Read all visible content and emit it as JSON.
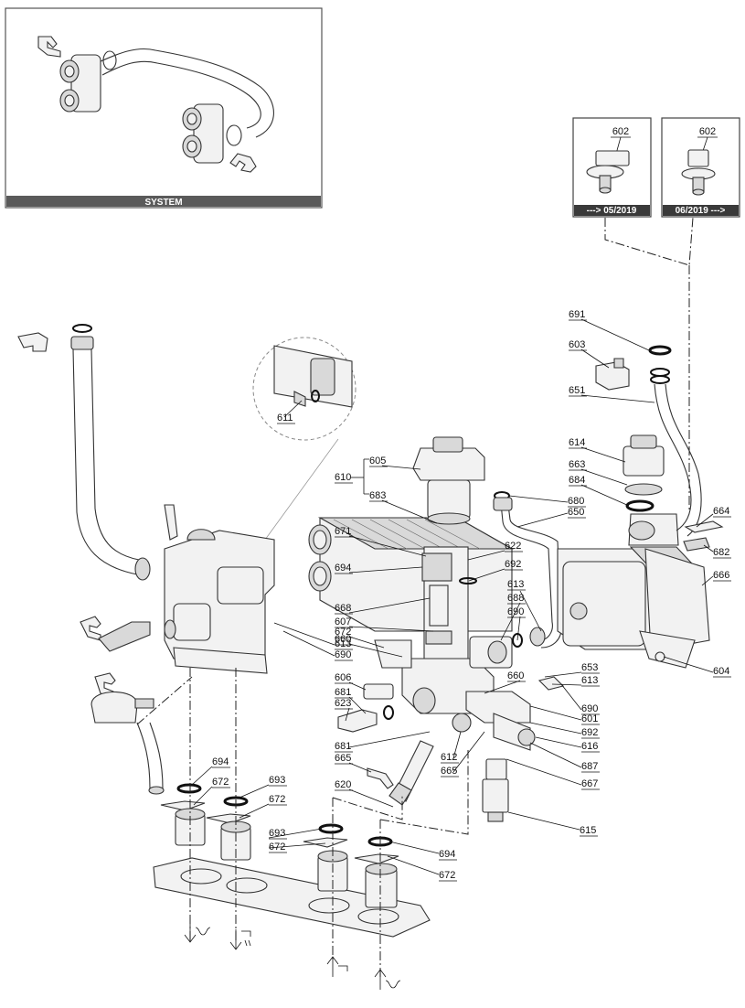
{
  "inset_system": {
    "label": "SYSTEM"
  },
  "inset_variants": [
    {
      "part": "602",
      "date_label": "---> 05/2019"
    },
    {
      "part": "602",
      "date_label": "06/2019 --->"
    }
  ],
  "callouts": [
    {
      "id": "611",
      "label": "611"
    },
    {
      "id": "691",
      "label": "691"
    },
    {
      "id": "603",
      "label": "603"
    },
    {
      "id": "651",
      "label": "651"
    },
    {
      "id": "614",
      "label": "614"
    },
    {
      "id": "663",
      "label": "663"
    },
    {
      "id": "684",
      "label": "684"
    },
    {
      "id": "605",
      "label": "605"
    },
    {
      "id": "610",
      "label": "610"
    },
    {
      "id": "683",
      "label": "683"
    },
    {
      "id": "680",
      "label": "680"
    },
    {
      "id": "650",
      "label": "650"
    },
    {
      "id": "664",
      "label": "664"
    },
    {
      "id": "682",
      "label": "682"
    },
    {
      "id": "671",
      "label": "671"
    },
    {
      "id": "622",
      "label": "622"
    },
    {
      "id": "692a",
      "label": "692"
    },
    {
      "id": "666",
      "label": "666"
    },
    {
      "id": "694a",
      "label": "694"
    },
    {
      "id": "613a",
      "label": "613"
    },
    {
      "id": "688",
      "label": "688"
    },
    {
      "id": "668",
      "label": "668"
    },
    {
      "id": "690a",
      "label": "690"
    },
    {
      "id": "607",
      "label": "607"
    },
    {
      "id": "660a",
      "label": "660"
    },
    {
      "id": "672a",
      "label": "672"
    },
    {
      "id": "613b",
      "label": "613"
    },
    {
      "id": "690b",
      "label": "690"
    },
    {
      "id": "604",
      "label": "604"
    },
    {
      "id": "653",
      "label": "653"
    },
    {
      "id": "606",
      "label": "606"
    },
    {
      "id": "660b",
      "label": "660"
    },
    {
      "id": "613c",
      "label": "613"
    },
    {
      "id": "681a",
      "label": "681"
    },
    {
      "id": "690c",
      "label": "690"
    },
    {
      "id": "623",
      "label": "623"
    },
    {
      "id": "601",
      "label": "601"
    },
    {
      "id": "692b",
      "label": "692"
    },
    {
      "id": "681b",
      "label": "681"
    },
    {
      "id": "616",
      "label": "616"
    },
    {
      "id": "612",
      "label": "612"
    },
    {
      "id": "665a",
      "label": "665"
    },
    {
      "id": "665b",
      "label": "665"
    },
    {
      "id": "687",
      "label": "687"
    },
    {
      "id": "667",
      "label": "667"
    },
    {
      "id": "694b",
      "label": "694"
    },
    {
      "id": "672b",
      "label": "672"
    },
    {
      "id": "693a",
      "label": "693"
    },
    {
      "id": "620",
      "label": "620"
    },
    {
      "id": "672c",
      "label": "672"
    },
    {
      "id": "615",
      "label": "615"
    },
    {
      "id": "693b",
      "label": "693"
    },
    {
      "id": "672d",
      "label": "672"
    },
    {
      "id": "694c",
      "label": "694"
    },
    {
      "id": "672e",
      "label": "672"
    }
  ],
  "symbols": [
    {
      "name": "heating-flow-icon"
    },
    {
      "name": "dhw-outlet-icon"
    },
    {
      "name": "cold-water-inlet-icon"
    },
    {
      "name": "heating-return-icon"
    }
  ]
}
